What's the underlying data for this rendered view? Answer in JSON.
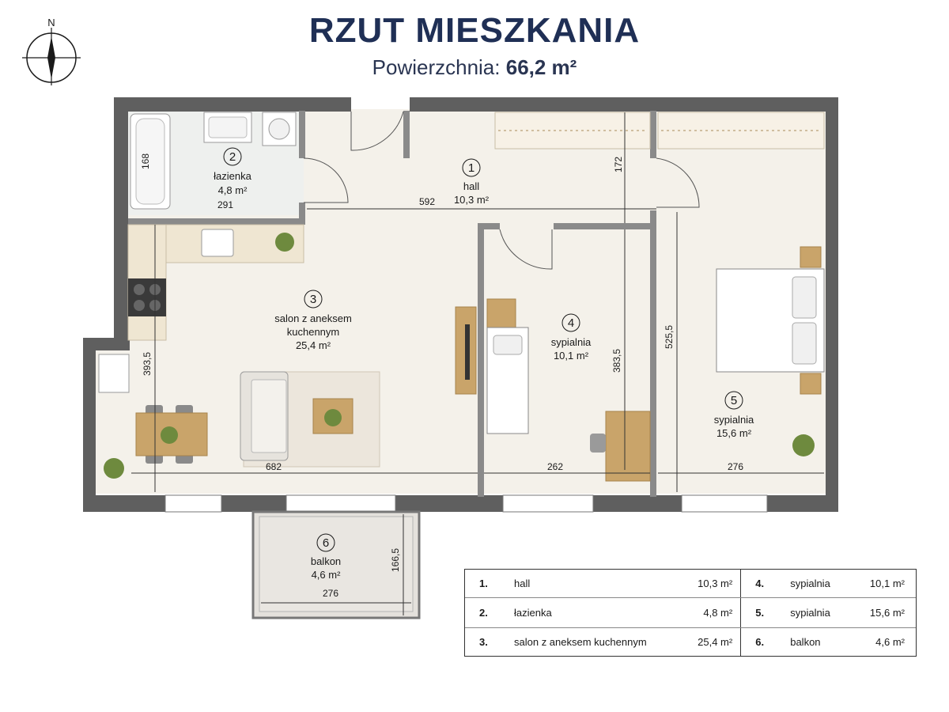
{
  "header": {
    "title": "RZUT MIESZKANIA",
    "area_label": "Powierzchnia:",
    "area_value": "66,2 m²"
  },
  "compass": {
    "north_label": "N",
    "icon": "compass-icon"
  },
  "rooms": [
    {
      "num": "1",
      "name": "hall",
      "area": "10,3 m²"
    },
    {
      "num": "2",
      "name": "łazienka",
      "area": "4,8 m²"
    },
    {
      "num": "3",
      "name": "salon z aneksem",
      "name2": "kuchennym",
      "area": "25,4 m²"
    },
    {
      "num": "4",
      "name": "sypialnia",
      "area": "10,1 m²"
    },
    {
      "num": "5",
      "name": "sypialnia",
      "area": "15,6 m²"
    },
    {
      "num": "6",
      "name": "balkon",
      "area": "4,6 m²"
    }
  ],
  "dimensions": {
    "hall_w": "592",
    "hall_h": "172",
    "bath_w": "291",
    "bath_h": "168",
    "salon_w": "682",
    "salon_h": "393,5",
    "bed4_w": "262",
    "bed4_h": "383,5",
    "bed5_w": "276",
    "bed5_h": "525,5",
    "balcony_w": "276",
    "balcony_h": "166,5"
  },
  "legend": [
    {
      "n1": "1.",
      "name1": "hall",
      "area1": "10,3 m²",
      "n2": "4.",
      "name2": "sypialnia",
      "area2": "10,1 m²"
    },
    {
      "n1": "2.",
      "name1": "łazienka",
      "area1": "4,8 m²",
      "n2": "5.",
      "name2": "sypialnia",
      "area2": "15,6 m²"
    },
    {
      "n1": "3.",
      "name1": "salon z aneksem kuchennym",
      "area1": "25,4 m²",
      "n2": "6.",
      "name2": "balkon",
      "area2": "4,6 m²"
    }
  ],
  "colors": {
    "wall": "#5f5f5f",
    "floor": "#f4f1ea",
    "bath_floor": "#eef0ee",
    "wood": "#c9a46a",
    "counter": "#efe6d2",
    "title": "#1f2f55"
  }
}
